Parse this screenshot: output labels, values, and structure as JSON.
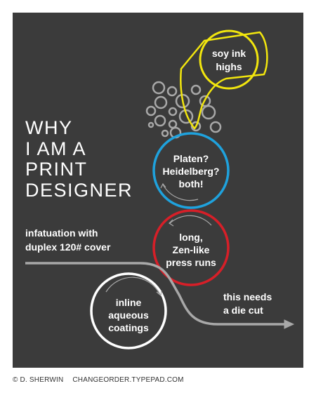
{
  "title_lines": [
    "WHY",
    "I AM A",
    "PRINT",
    "DESIGNER"
  ],
  "soy_lines": [
    "soy ink",
    "highs"
  ],
  "platen_lines": [
    "Platen?",
    "Heidelberg?",
    "both!"
  ],
  "zen_lines": [
    "long,",
    "Zen-like",
    "press runs"
  ],
  "infatuation_lines": [
    "infatuation with",
    "duplex 120# cover"
  ],
  "aqueous_lines": [
    "inline",
    "aqueous",
    "coatings"
  ],
  "diecut_lines": [
    "this needs",
    "a die cut"
  ],
  "footer": {
    "author": "© D. SHERWIN",
    "site": "CHANGEORDER.TYPEPAD.COM"
  },
  "colors": {
    "background": "#3b3b3b",
    "text": "#ffffff",
    "yellow": "#f2e60e",
    "blue": "#1fa2dd",
    "red": "#d71f28",
    "gray": "#a8a8a8"
  }
}
